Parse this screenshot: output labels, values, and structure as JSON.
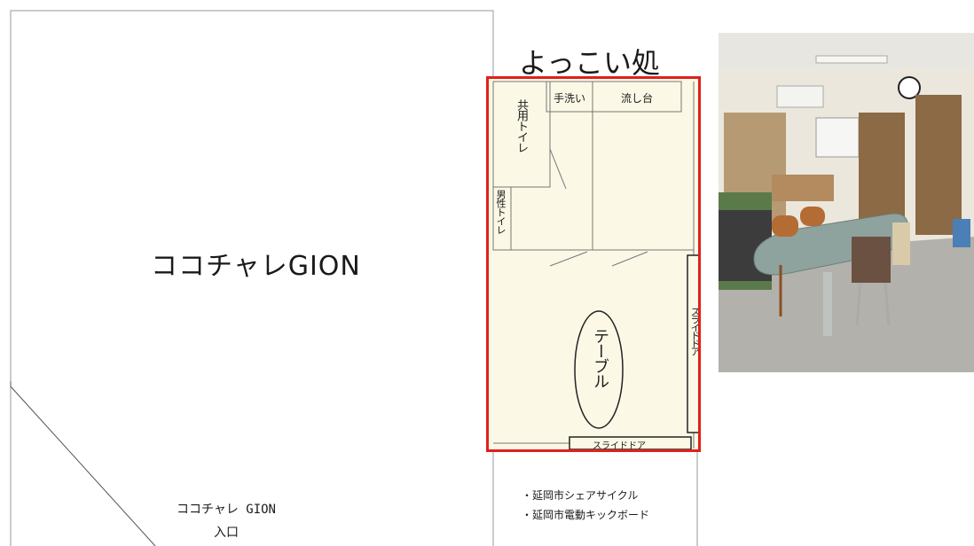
{
  "building": {
    "name": "ココチャレGION",
    "entrance_line1": "ココチャレ GION",
    "entrance_line2": "入口"
  },
  "room": {
    "title": "よっこい処",
    "labels": {
      "handwash": "手洗い",
      "sink": "流し台",
      "shared_toilet": "共用トイレ",
      "mens_toilet": "男性トイレ",
      "table": "テーブル",
      "slide_door_right": "スライドドア",
      "slide_door_bottom": "スライドドア"
    },
    "notes": [
      "・延岡市シェアサイクル",
      "・延岡市電動キックボード"
    ],
    "highlight_color": "#e0201a",
    "floor_color": "#fbf8e6"
  }
}
